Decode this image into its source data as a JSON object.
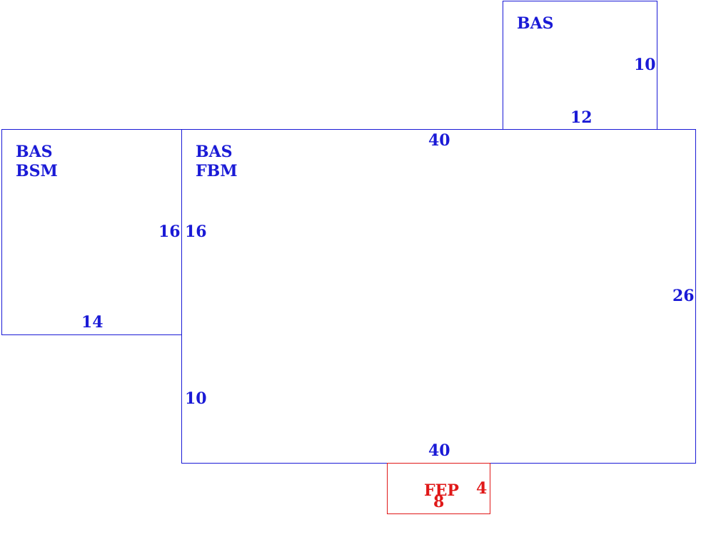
{
  "sketch": {
    "color_main": "#1a1ad6",
    "color_porch": "#e01818",
    "areas": {
      "top_addition": {
        "codes": [
          "BAS"
        ],
        "dims": {
          "right": "10",
          "bottom": "12"
        }
      },
      "left_wing": {
        "codes": [
          "BAS",
          "BSM"
        ],
        "dims": {
          "right": "16",
          "bottom": "14"
        }
      },
      "main_body": {
        "codes": [
          "BAS",
          "FBM"
        ],
        "dims": {
          "top": "40",
          "left_upper": "16",
          "left_lower": "10",
          "right": "26",
          "bottom": "40"
        }
      },
      "porch": {
        "codes": [
          "FEP"
        ],
        "dims": {
          "right": "4",
          "bottom": "8"
        }
      }
    }
  }
}
